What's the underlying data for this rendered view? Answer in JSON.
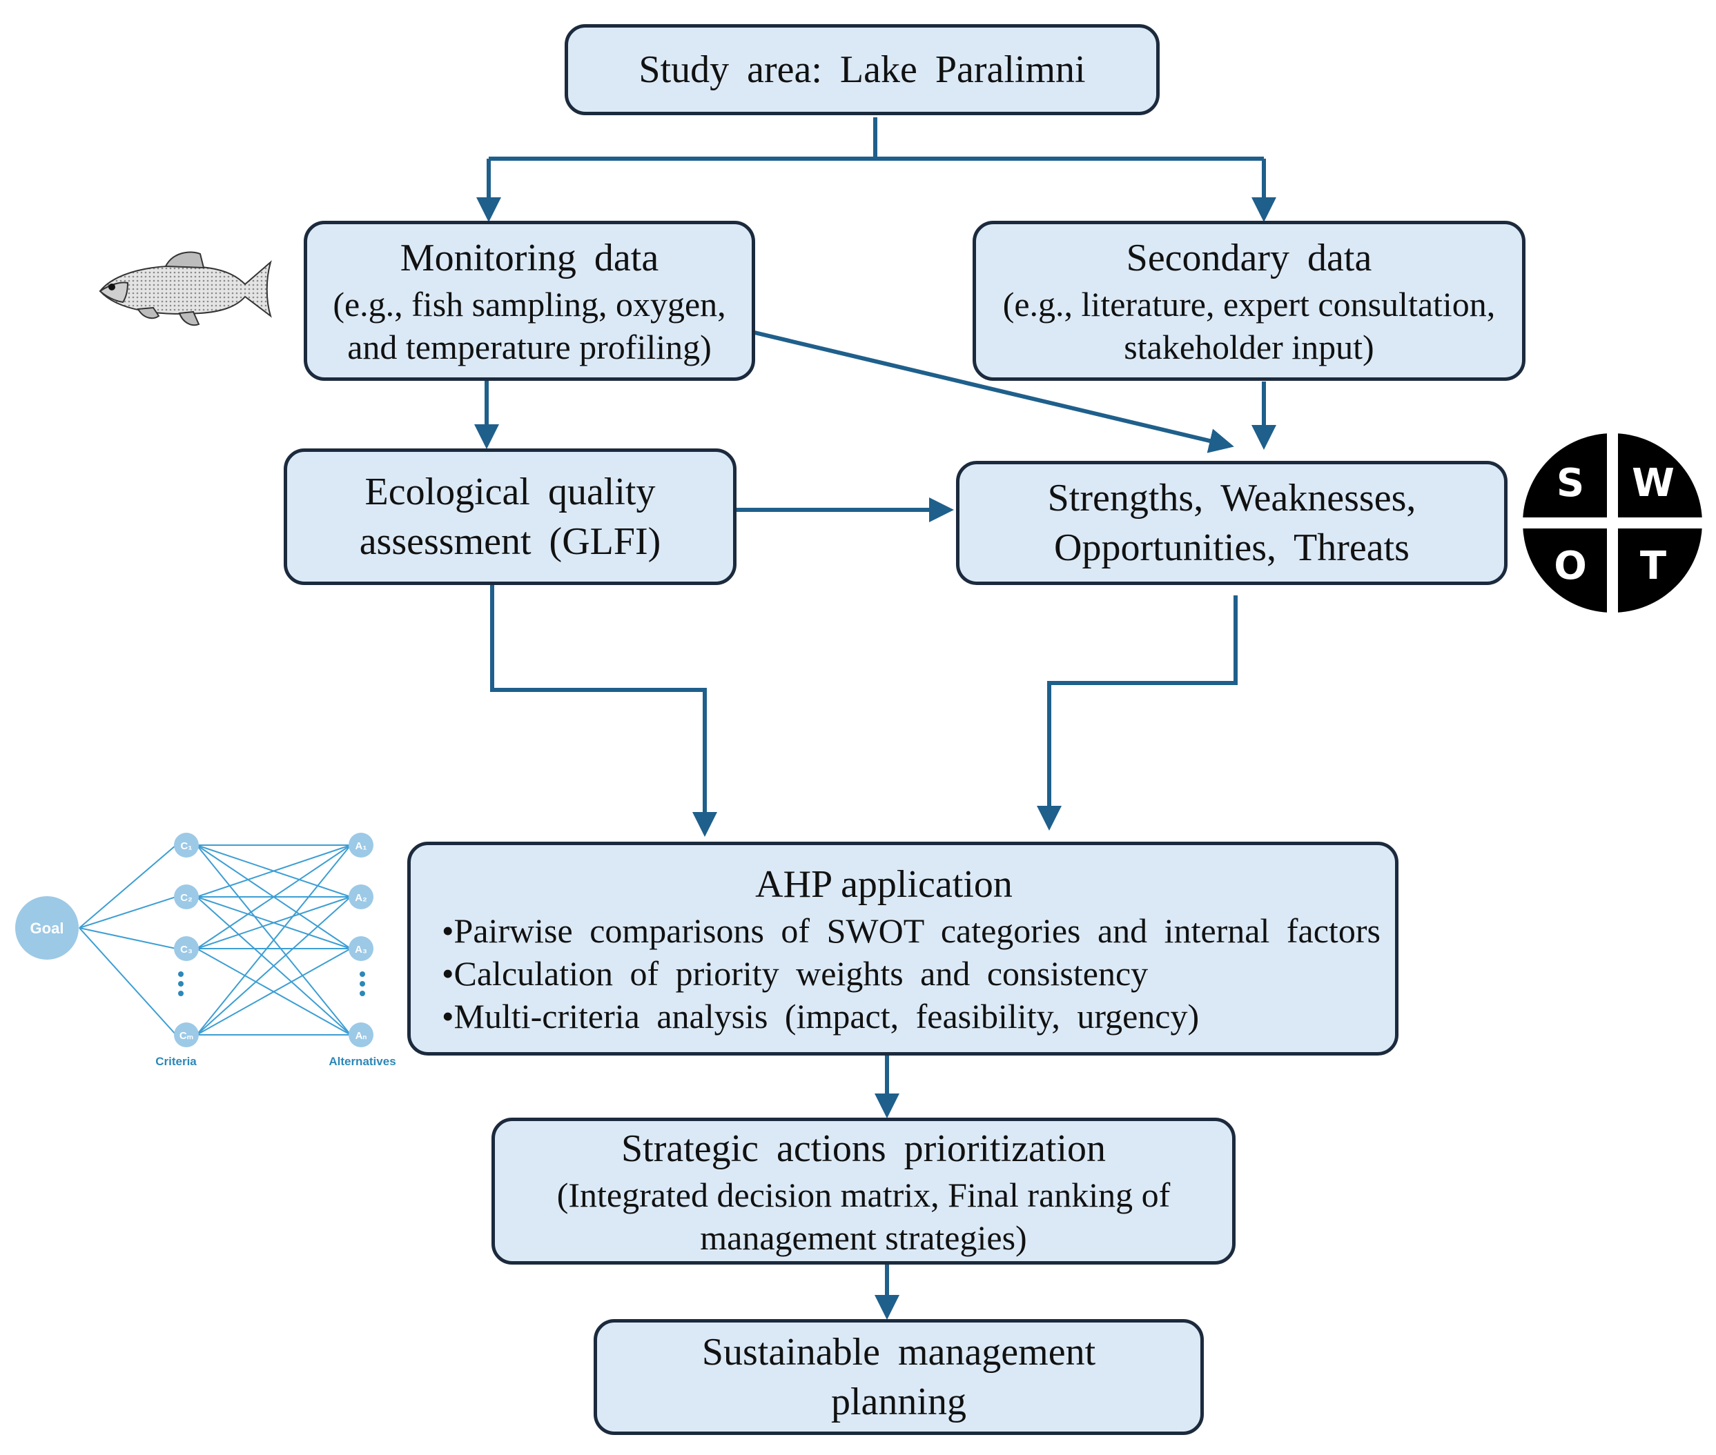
{
  "nodes": {
    "study_area": {
      "text": "Study area: Lake Paralimni"
    },
    "monitoring": {
      "title": "Monitoring data",
      "line1": "(e.g., fish sampling, oxygen,",
      "line2": "and temperature profiling)"
    },
    "secondary": {
      "title": "Secondary data",
      "line1": "(e.g., literature, expert consultation,",
      "line2": "stakeholder input)"
    },
    "ecological": {
      "line1": "Ecological quality",
      "line2": "assessment (GLFI)"
    },
    "swot": {
      "line1": "Strengths, Weaknesses,",
      "line2": "Opportunities, Threats"
    },
    "ahp": {
      "title": "AHP application",
      "bullets": [
        "•Pairwise comparisons of SWOT categories and internal factors",
        "•Calculation of priority weights and consistency",
        "•Multi-criteria analysis (impact, feasibility, urgency)"
      ]
    },
    "strategic": {
      "title": "Strategic actions prioritization",
      "line1": "(Integrated decision matrix, Final ranking of",
      "line2": "management strategies)"
    },
    "sustainable": {
      "line1": "Sustainable management",
      "line2": "planning"
    }
  },
  "swot_logo": {
    "s": "S",
    "w": "W",
    "o": "O",
    "t": "T"
  },
  "ahp_figure": {
    "goal": "Goal",
    "criteria": [
      "C₁",
      "C₂",
      "C₃",
      "Cₘ"
    ],
    "alternatives": [
      "A₁",
      "A₂",
      "A₃",
      "Aₙ"
    ],
    "criteria_caption": "Criteria",
    "alternatives_caption": "Alternatives"
  },
  "colors": {
    "box_fill": "#dbe9f6",
    "box_border": "#1c2a3d",
    "arrow": "#1f5f8b",
    "ahp_node": "#9cc9e6",
    "ahp_line": "#3c9ed3"
  }
}
